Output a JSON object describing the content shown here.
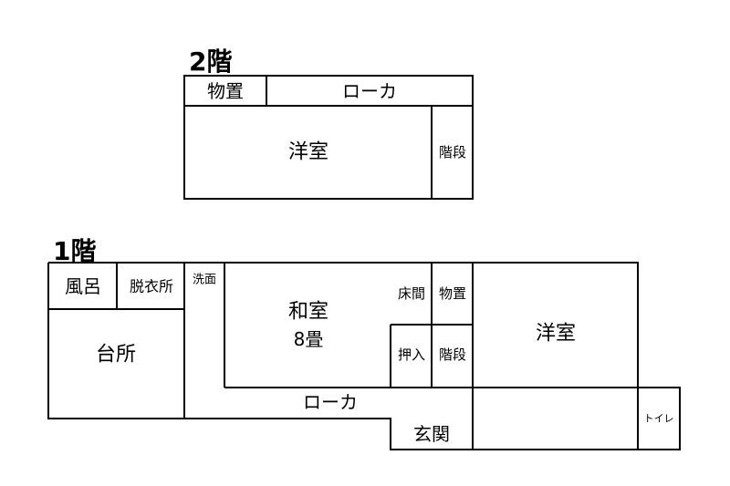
{
  "floors": {
    "second": {
      "title": "2階",
      "rooms": {
        "storage": "物置",
        "hallway": "ローカ",
        "western_room": "洋室",
        "stairs": "階段"
      }
    },
    "first": {
      "title": "1階",
      "rooms": {
        "bath": "風呂",
        "dressing_room": "脱衣所",
        "washroom": "洗面",
        "japanese_room": "和室",
        "japanese_room_size": "8畳",
        "tokonoma": "床間",
        "storage": "物置",
        "western_room": "洋室",
        "kitchen": "台所",
        "closet": "押入",
        "stairs": "階段",
        "hallway": "ローカ",
        "toilet": "トイレ",
        "entrance": "玄関"
      }
    }
  }
}
